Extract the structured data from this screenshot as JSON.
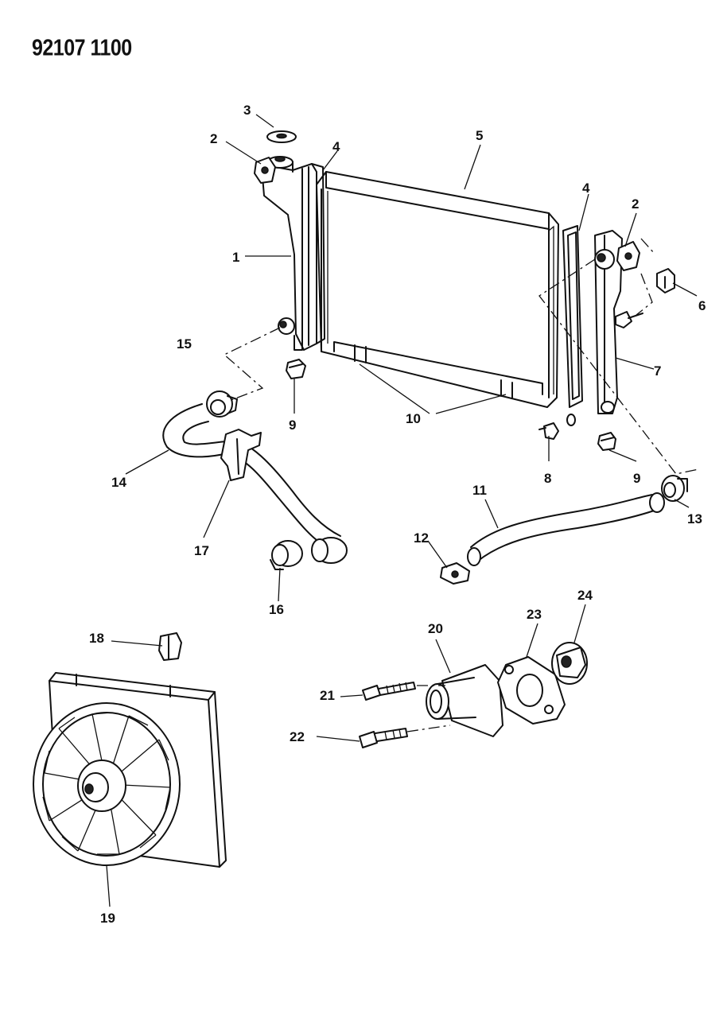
{
  "document_id": "92107 1100",
  "callouts": [
    {
      "id": "1",
      "label": "1"
    },
    {
      "id": "2a",
      "label": "2"
    },
    {
      "id": "2b",
      "label": "2"
    },
    {
      "id": "3",
      "label": "3"
    },
    {
      "id": "4a",
      "label": "4"
    },
    {
      "id": "4b",
      "label": "4"
    },
    {
      "id": "5",
      "label": "5"
    },
    {
      "id": "6",
      "label": "6"
    },
    {
      "id": "7",
      "label": "7"
    },
    {
      "id": "8",
      "label": "8"
    },
    {
      "id": "9a",
      "label": "9"
    },
    {
      "id": "9b",
      "label": "9"
    },
    {
      "id": "10",
      "label": "10"
    },
    {
      "id": "11",
      "label": "11"
    },
    {
      "id": "12",
      "label": "12"
    },
    {
      "id": "13",
      "label": "13"
    },
    {
      "id": "14",
      "label": "14"
    },
    {
      "id": "15",
      "label": "15"
    },
    {
      "id": "16",
      "label": "16"
    },
    {
      "id": "17",
      "label": "17"
    },
    {
      "id": "18",
      "label": "18"
    },
    {
      "id": "19",
      "label": "19"
    },
    {
      "id": "20",
      "label": "20"
    },
    {
      "id": "21",
      "label": "21"
    },
    {
      "id": "22",
      "label": "22"
    },
    {
      "id": "23",
      "label": "23"
    },
    {
      "id": "24",
      "label": "24"
    }
  ]
}
